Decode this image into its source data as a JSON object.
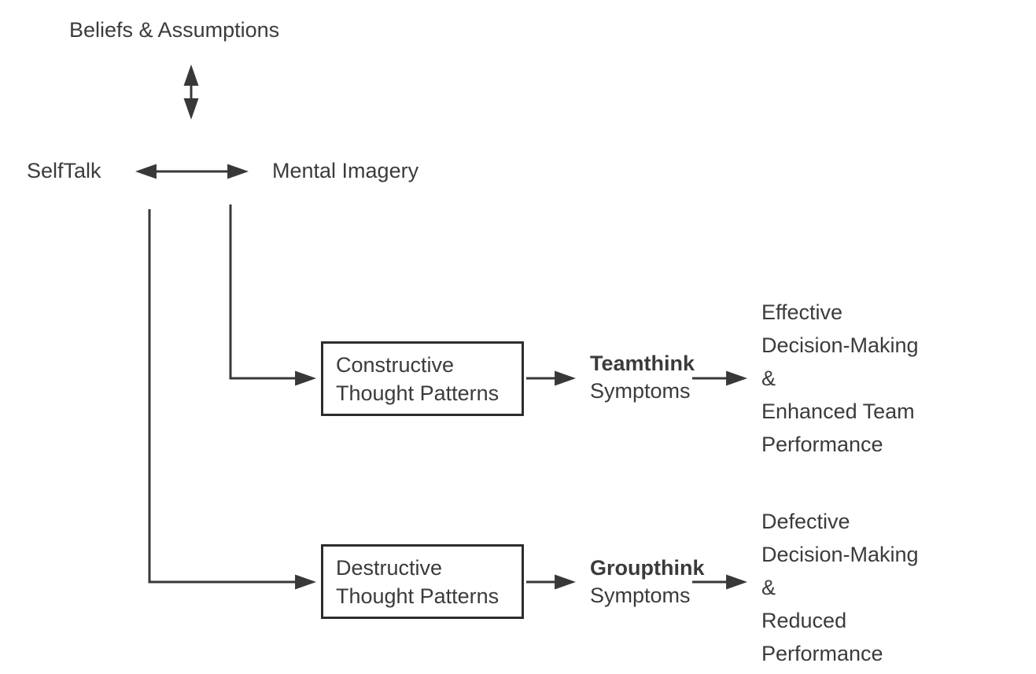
{
  "diagram": {
    "beliefs_label": "Beliefs & Assumptions",
    "selftalk_label": "SelfTalk",
    "mental_imagery_label": "Mental Imagery",
    "constructive_box_label": "Constructive\nThought Patterns",
    "destructive_box_label": "Destructive\nThought Patterns",
    "teamthink": {
      "title": "Teamthink",
      "subtitle": "Symptoms"
    },
    "groupthink": {
      "title": "Groupthink",
      "subtitle": "Symptoms"
    },
    "positive_outcome": "Effective\nDecision-Making\n&\nEnhanced Team\nPerformance",
    "negative_outcome": "Defective\nDecision-Making\n&\nReduced\nPerformance",
    "colors": {
      "text": "#3b3b3b",
      "line": "#383838",
      "box_border": "#2d2d2d",
      "background": "#ffffff"
    }
  }
}
